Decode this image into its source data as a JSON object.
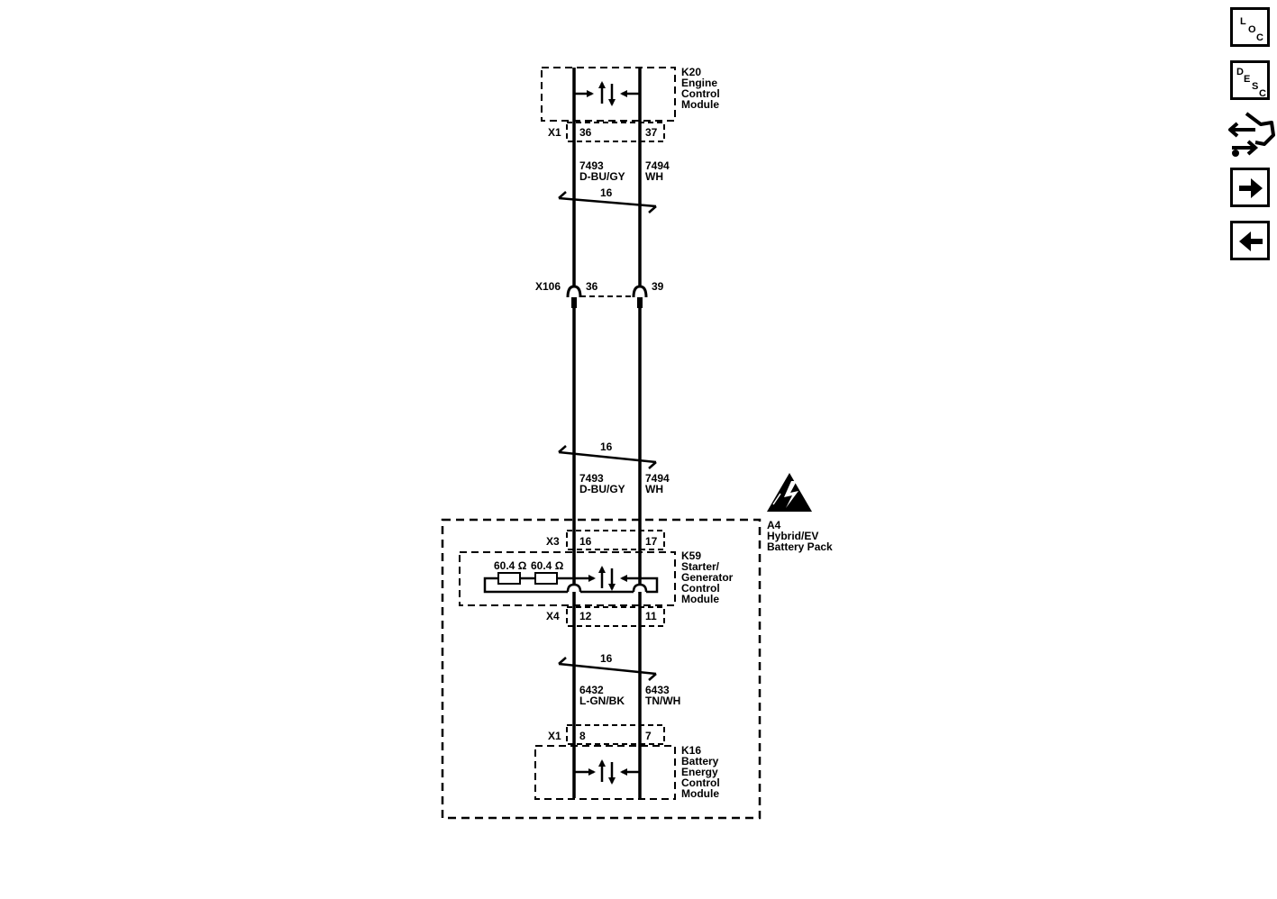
{
  "modules": {
    "k20": {
      "ref": "K20",
      "lines": [
        "Engine",
        "Control",
        "Module"
      ]
    },
    "a4": {
      "ref": "A4",
      "lines": [
        "Hybrid/EV",
        "Battery Pack"
      ]
    },
    "k59": {
      "ref": "K59",
      "lines": [
        "Starter/",
        "Generator",
        "Control",
        "Module"
      ]
    },
    "k16": {
      "ref": "K16",
      "lines": [
        "Battery",
        "Energy",
        "Control",
        "Module"
      ]
    }
  },
  "connectors": {
    "k20_x1": {
      "id": "X1",
      "pin_left": "36",
      "pin_right": "37"
    },
    "inline_x106": {
      "id": "X106",
      "pin_left": "36",
      "pin_right": "39"
    },
    "k59_x3": {
      "id": "X3",
      "pin_left": "16",
      "pin_right": "17"
    },
    "k59_x4": {
      "id": "X4",
      "pin_left": "12",
      "pin_right": "11"
    },
    "k16_x1": {
      "id": "X1",
      "pin_left": "8",
      "pin_right": "7"
    }
  },
  "wires": {
    "upper": {
      "left_circuit": "7493",
      "left_color": "D-BU/GY",
      "right_circuit": "7494",
      "right_color": "WH"
    },
    "middle": {
      "left_circuit": "7493",
      "left_color": "D-BU/GY",
      "right_circuit": "7494",
      "right_color": "WH"
    },
    "lower": {
      "left_circuit": "6432",
      "left_color": "L-GN/BK",
      "right_circuit": "6433",
      "right_color": "TN/WH"
    }
  },
  "twists": {
    "upper": "16",
    "middle": "16",
    "lower": "16"
  },
  "resistors": {
    "r1": "60.4 Ω",
    "r2": "60.4 Ω"
  },
  "nav": {
    "loc": {
      "l": "L",
      "o": "O",
      "c": "C"
    },
    "desc": {
      "d": "D",
      "e": "E",
      "s": "S",
      "c": "C"
    },
    "icons": [
      "loc-icon",
      "desc-icon",
      "connector-hand-icon",
      "next-arrow-icon",
      "back-arrow-icon"
    ]
  }
}
